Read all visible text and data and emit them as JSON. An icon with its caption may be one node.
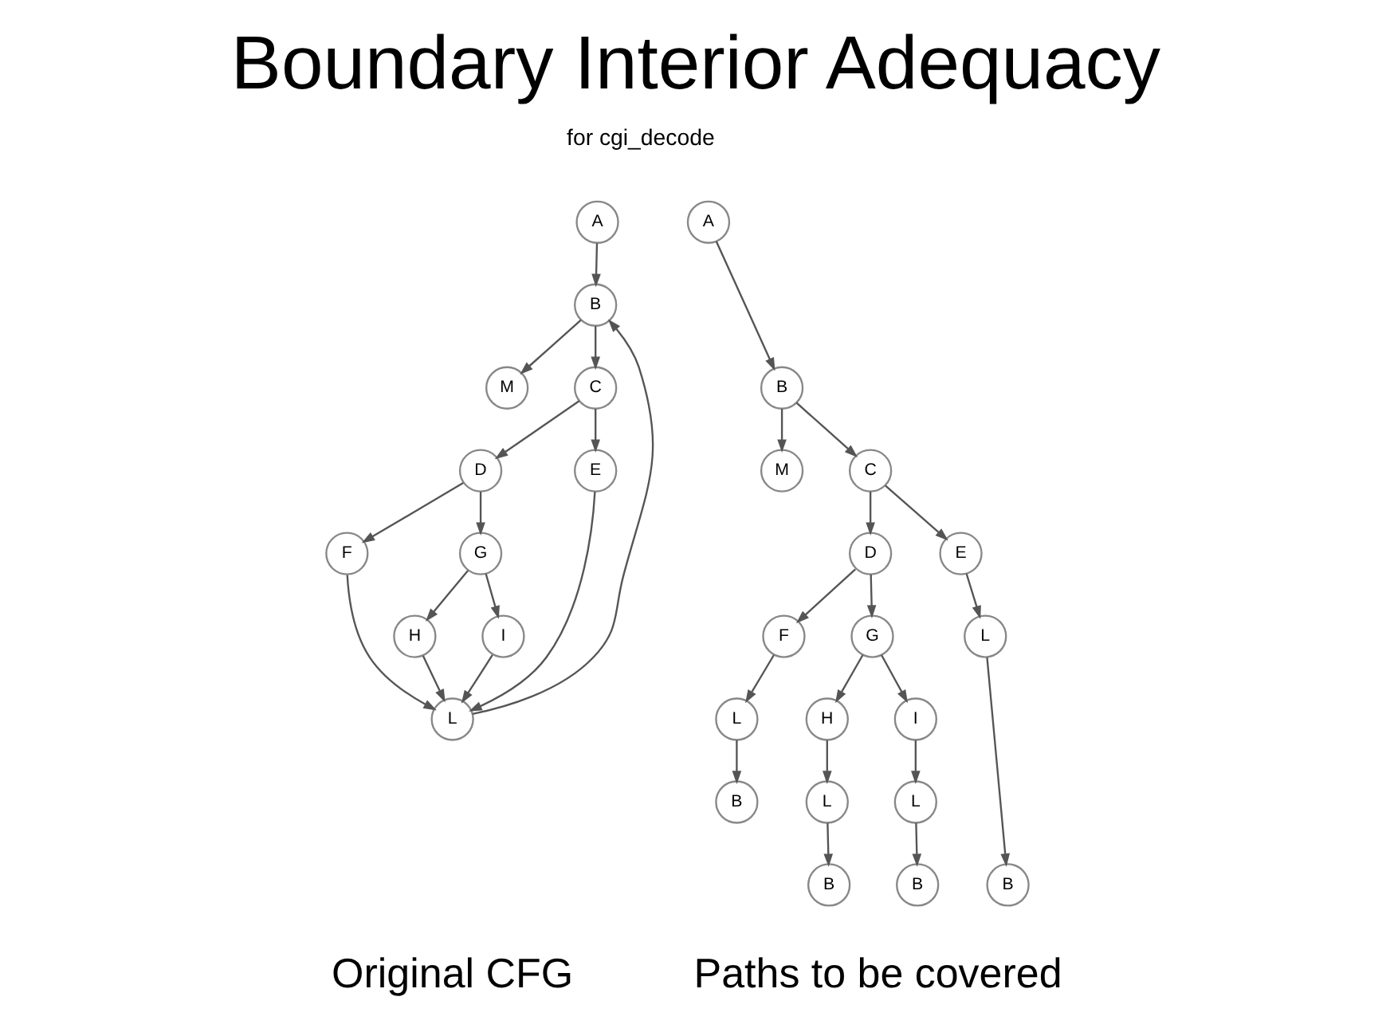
{
  "diagram": {
    "title": "Boundary Interior Adequacy",
    "nodes": [
      {
        "text": [
          "A"
        ]
      },
      {
        "text": [
          "B"
        ]
      },
      {
        "text": [
          "M"
        ]
      },
      {
        "text": [
          "C"
        ]
      },
      {
        "text": [
          "D"
        ]
      },
      {
        "text": [
          "E"
        ]
      },
      {
        "text": [
          "F"
        ]
      },
      {
        "text": [
          "G"
        ]
      },
      {
        "text": [
          "H"
        ]
      },
      {
        "text": [
          "I"
        ]
      },
      {
        "text": [
          "L"
        ]
      },
      {
        "text": [
          "A"
        ]
      },
      {
        "text": [
          "B"
        ]
      },
      {
        "text": [
          "M"
        ]
      },
      {
        "text": [
          "C"
        ]
      },
      {
        "text": [
          "D"
        ]
      },
      {
        "text": [
          "E"
        ]
      },
      {
        "text": [
          "F"
        ]
      },
      {
        "text": [
          "G"
        ]
      },
      {
        "text": [
          "H"
        ]
      },
      {
        "text": [
          "I"
        ]
      },
      {
        "text": [
          "L"
        ]
      },
      {
        "text": [
          "L"
        ]
      },
      {
        "text": [
          "L"
        ]
      },
      {
        "text": [
          "L"
        ]
      },
      {
        "text": [
          "B"
        ]
      },
      {
        "text": [
          "B"
        ]
      },
      {
        "text": [
          "B"
        ]
      },
      {
        "text": [
          "B"
        ]
      }
    ],
    "edges": [
      {
        "from": 0,
        "to": 1,
        "arrow": "to"
      },
      {
        "from": 1,
        "to": 2,
        "arrow": "to"
      },
      {
        "from": 1,
        "to": 3,
        "arrow": "to"
      },
      {
        "from": 3,
        "to": 4,
        "arrow": "to"
      },
      {
        "from": 3,
        "to": 5,
        "arrow": "to"
      },
      {
        "from": 4,
        "to": 6,
        "arrow": "to"
      },
      {
        "from": 4,
        "to": 7,
        "arrow": "to"
      },
      {
        "from": 7,
        "to": 8,
        "arrow": "to"
      },
      {
        "from": 7,
        "to": 9,
        "arrow": "to"
      },
      {
        "from": 6,
        "to": 10,
        "arrow": "to"
      },
      {
        "from": 8,
        "to": 10,
        "arrow": "to"
      },
      {
        "from": 9,
        "to": 10,
        "arrow": "to"
      },
      {
        "from": 5,
        "to": 10,
        "arrow": "to"
      },
      {
        "from": 10,
        "to": 1,
        "arrow": "to"
      },
      {
        "from": 11,
        "to": 12,
        "arrow": "to"
      },
      {
        "from": 12,
        "to": 13,
        "arrow": "to"
      },
      {
        "from": 12,
        "to": 14,
        "arrow": "to"
      },
      {
        "from": 14,
        "to": 15,
        "arrow": "to"
      },
      {
        "from": 14,
        "to": 16,
        "arrow": "to"
      },
      {
        "from": 15,
        "to": 17,
        "arrow": "to"
      },
      {
        "from": 15,
        "to": 18,
        "arrow": "to"
      },
      {
        "from": 18,
        "to": 19,
        "arrow": "to"
      },
      {
        "from": 18,
        "to": 20,
        "arrow": "to"
      },
      {
        "from": 17,
        "to": 21,
        "arrow": "to"
      },
      {
        "from": 19,
        "to": 22,
        "arrow": "to"
      },
      {
        "from": 20,
        "to": 23,
        "arrow": "to"
      },
      {
        "from": 16,
        "to": 24,
        "arrow": "to"
      },
      {
        "from": 21,
        "to": 25,
        "arrow": "to"
      },
      {
        "from": 22,
        "to": 26,
        "arrow": "to"
      },
      {
        "from": 23,
        "to": 27,
        "arrow": "to"
      },
      {
        "from": 24,
        "to": 28,
        "arrow": "to"
      }
    ],
    "labels": [
      "for cgi_decode",
      "Original CFG",
      "Paths to be covered"
    ]
  }
}
